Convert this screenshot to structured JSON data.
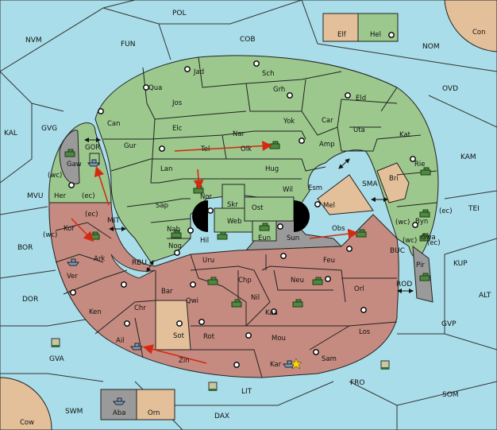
{
  "colors": {
    "sea": "#a9dde9",
    "green_power": "#9cc88d",
    "red_power": "#c58b80",
    "neutral": "#e3c09a",
    "impassable": "#9a9a9a",
    "order_arrow": "#d42a12"
  },
  "provinces": {
    "POL": "POL",
    "NVM": "NVM",
    "FUN": "FUN",
    "COB": "COB",
    "NOM": "NOM",
    "Con": "Con",
    "Elf": "Elf",
    "Hel": "Hel",
    "OVD": "OVD",
    "KAL": "KAL",
    "GVG": "GVG",
    "KAM": "KAM",
    "MVU": "MVU",
    "TEI": "TEI",
    "BOR": "BOR",
    "KUP": "KUP",
    "DOR": "DOR",
    "ALT": "ALT",
    "GVP": "GVP",
    "GVA": "GVA",
    "FRO": "FRO",
    "SOM": "SOM",
    "LIT": "LIT",
    "SWM": "SWM",
    "DAX": "DAX",
    "Cow": "Cow",
    "Aba": "Aba",
    "Orn": "Orn",
    "Jad": "Jad",
    "Sch": "Sch",
    "Qua": "Qua",
    "Grh": "Grh",
    "Jos": "Jos",
    "Eld": "Eld",
    "Can": "Can",
    "Elc": "Elc",
    "Yok": "Yok",
    "Car": "Car",
    "Uta": "Uta",
    "Nar": "Nar",
    "Kat": "Kat",
    "Tel": "Tel",
    "Olk": "Olk",
    "Amp": "Amp",
    "GOR": "GOR",
    "Gaw": "Gaw",
    "Gur": "Gur",
    "Lan": "Lan",
    "Hug": "Hug",
    "Rie": "Rie",
    "Her": "Her",
    "Nor": "Nor",
    "Wil": "Wil",
    "Esm": "Esm",
    "SMA": "SMA",
    "Bri": "Bri",
    "Skr": "Skr",
    "Sap": "Sap",
    "Ost": "Ost",
    "Web": "Web",
    "Mel": "Mel",
    "MIT": "MIT",
    "Kor": "Kor",
    "Nab": "Nab",
    "Byn": "Byn",
    "Eun": "Eun",
    "Obs": "Obs",
    "Hil": "Hil",
    "Sun": "Sun",
    "Nog": "Nog",
    "Gwa": "Gwa",
    "Ark": "Ark",
    "RBU": "RBU",
    "Uru": "Uru",
    "Feu": "Feu",
    "BUC": "BUC",
    "Pir": "Pir",
    "Ver": "Ver",
    "Chp": "Chp",
    "Neu": "Neu",
    "Orl": "Orl",
    "ROD": "ROD",
    "Bar": "Bar",
    "Qwi": "Qwi",
    "Nil": "Nil",
    "Chr": "Chr",
    "Ken": "Ken",
    "Kaa": "Kaa",
    "Sot": "Sot",
    "Los": "Los",
    "Rot": "Rot",
    "Mou": "Mou",
    "Ail": "Ail",
    "Zin": "Zin",
    "Kar": "Kar",
    "Sam": "Sam"
  },
  "coasts": {
    "wc": "(wc)",
    "ec": "(ec)"
  }
}
